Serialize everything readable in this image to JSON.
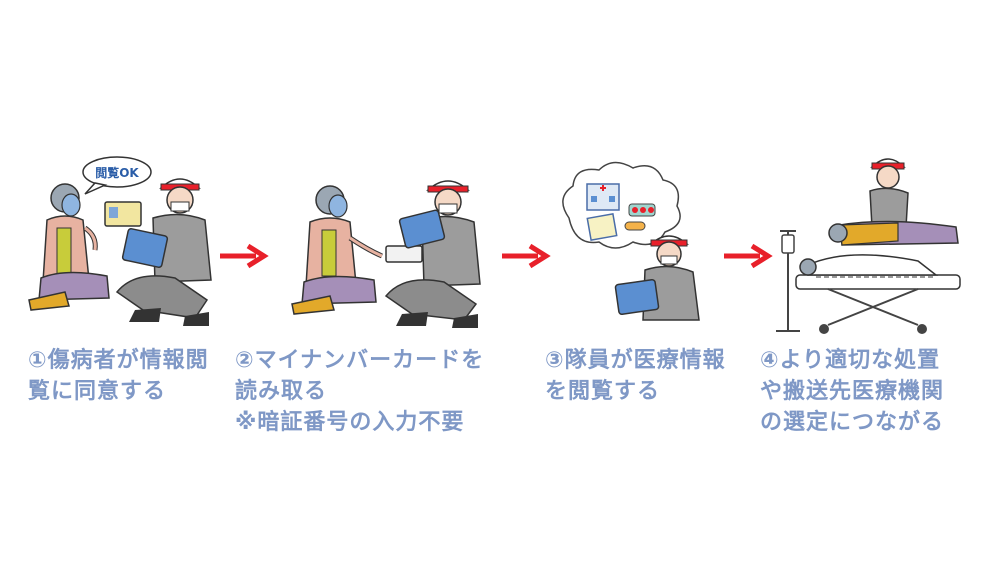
{
  "bubble_label": "閲覧OK",
  "steps": [
    {
      "lines": [
        "①傷病者が情報閲",
        "覧に同意する"
      ]
    },
    {
      "lines": [
        "②マイナンバーカードを",
        "読み取る",
        "※暗証番号の入力不要"
      ]
    },
    {
      "lines": [
        "③隊員が医療情報",
        "を閲覧する"
      ]
    },
    {
      "lines": [
        "④より適切な処置",
        "や搬送先医療機関",
        "の選定につながる"
      ]
    }
  ],
  "colors": {
    "caption": "#7f98c6",
    "arrow": "#e8202a",
    "helmet_stripe": "#e8202a",
    "uniform": "#9c9c9c",
    "tablet": "#5b8fd1",
    "patient_top": "#e7b2a1",
    "patient_skirt": "#a58fb8",
    "patient_legs": "#e2a92a"
  }
}
